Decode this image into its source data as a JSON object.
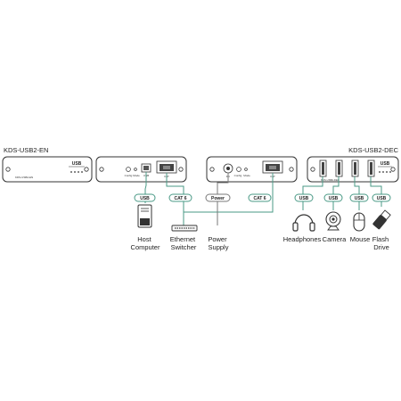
{
  "devices": {
    "encoder_name": "KDS-USB2-EN",
    "decoder_name": "KDS-USB2-DEC",
    "encoder_front_text": "KDS-USB2-EN",
    "decoder_front_text": "KDS-USB2-DEC",
    "usb_logo": "USB"
  },
  "panel_labels": {
    "config": "Config",
    "mode": "Mode",
    "cat": "CAT",
    "dc": "DC",
    "usb": "USB"
  },
  "cables": {
    "usb": "USB",
    "cat6": "CAT 6",
    "power": "Power"
  },
  "peripherals": {
    "host_computer": [
      "Host",
      "Computer"
    ],
    "ethernet_switcher": [
      "Ethernet",
      "Switcher"
    ],
    "power_supply": [
      "Power",
      "Supply"
    ],
    "headphones": "Headphones",
    "camera": "Camera",
    "mouse": "Mouse",
    "flash_drive": [
      "Flash",
      "Drive"
    ]
  },
  "colors": {
    "cable_green": "#4a9a86",
    "cable_gray": "#7a7a7a",
    "outline": "#333333"
  }
}
